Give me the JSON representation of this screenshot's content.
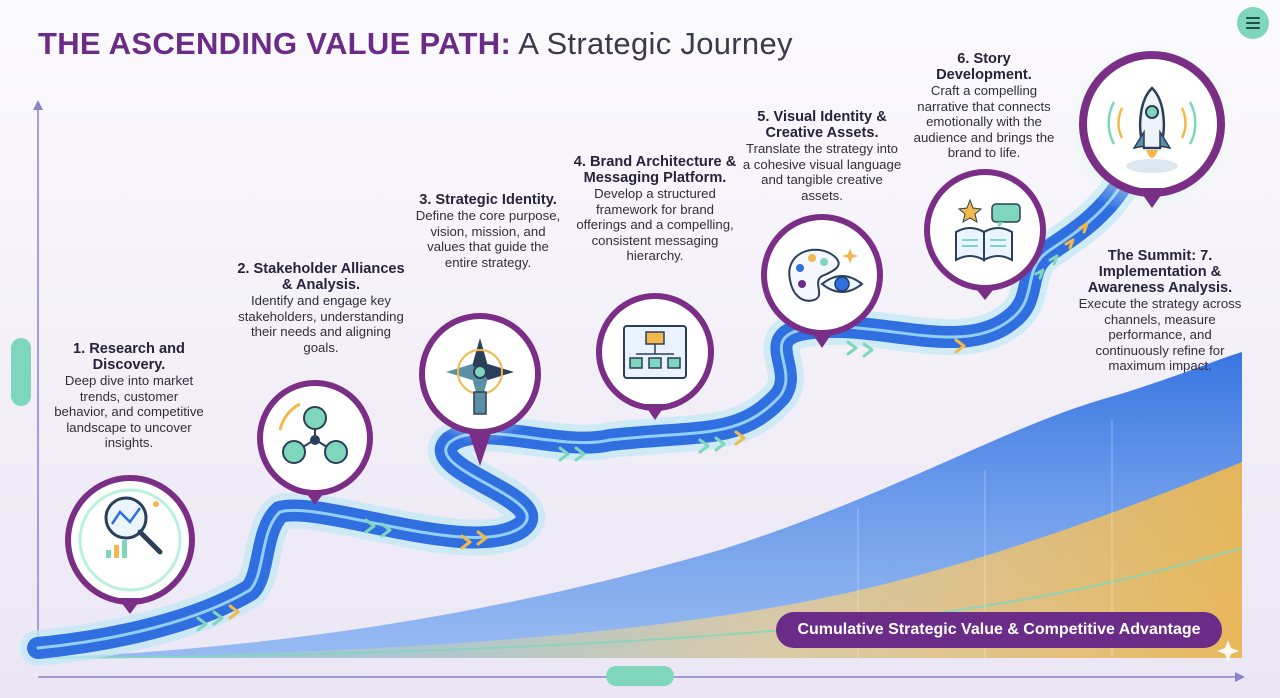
{
  "title": {
    "bold": "THE ASCENDING VALUE PATH:",
    "rest": " A Strategic Journey"
  },
  "steps": [
    {
      "head": "1. Research and Discovery.",
      "desc": "Deep dive into market trends, customer behavior, and competitive landscape to uncover insights.",
      "icon": "magnifier-chart-icon"
    },
    {
      "head": "2. Stakeholder Alliances & Analysis.",
      "desc": "Identify and engage key stakeholders, understanding their needs and aligning goals.",
      "icon": "stakeholders-network-icon"
    },
    {
      "head": "3. Strategic Identity.",
      "desc": "Define the core purpose, vision, mission, and values that guide the entire strategy.",
      "icon": "compass-icon"
    },
    {
      "head": "4. Brand Architecture & Messaging Platform.",
      "desc": "Develop a structured framework for brand offerings and a compelling, consistent messaging hierarchy.",
      "icon": "architecture-blueprint-icon"
    },
    {
      "head": "5. Visual Identity & Creative Assets.",
      "desc": "Translate the strategy into a cohesive visual language and tangible creative assets.",
      "icon": "palette-eye-icon"
    },
    {
      "head": "6. Story Development.",
      "desc": "Craft a compelling narrative that connects emotionally with the audience and brings the brand to life.",
      "icon": "book-story-icon"
    },
    {
      "head": "The Summit: 7. Implementation & Awareness Analysis.",
      "desc": "Execute the strategy across channels, measure performance, and continuously refine for maximum impact.",
      "icon": "rocket-icon"
    }
  ],
  "badge": "Cumulative Strategic Value & Competitive Advantage",
  "colors": {
    "purple": "#6a2c86",
    "path_blue": "#2f6fe0",
    "teal": "#7ed6bd",
    "gold": "#f2b84b"
  }
}
